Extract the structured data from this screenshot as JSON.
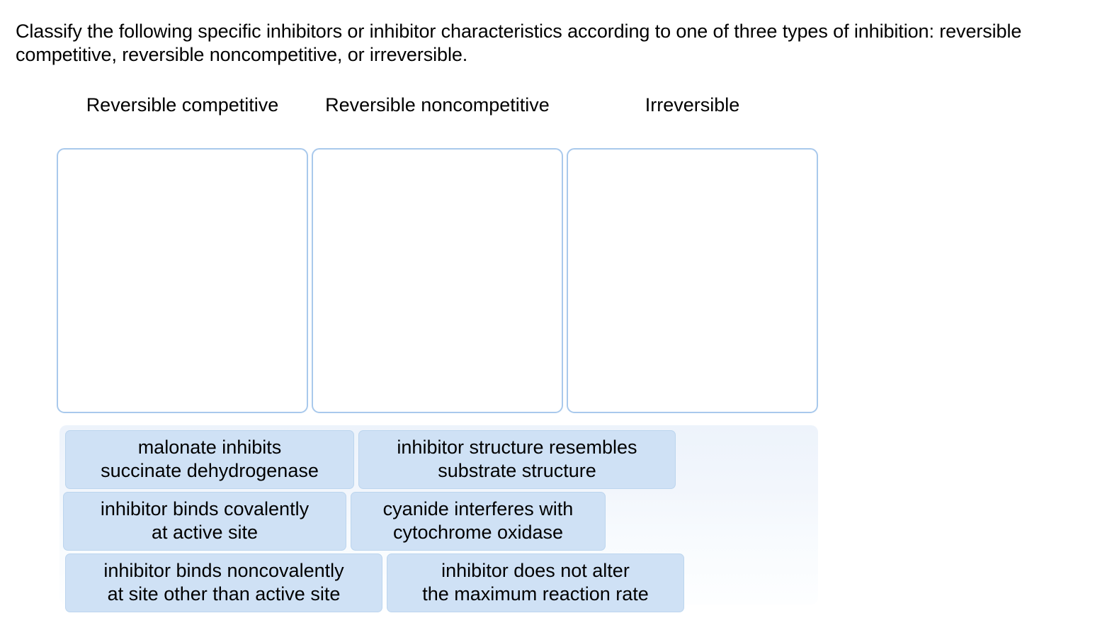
{
  "prompt": "Classify the following specific inhibitors or inhibitor characteristics according to one of three types of inhibition: reversible competitive, reversible noncompetitive, or irreversible.",
  "colors": {
    "tile_fill": "#cfe1f5",
    "tile_border": "#bcd5ee",
    "dropzone_border": "#a9c9ec",
    "tray_top": "#edf3fb",
    "tray_bottom": "#fdfeff",
    "page_background": "#ffffff",
    "text": "#000000"
  },
  "categories": [
    {
      "label": "Reversible competitive",
      "dropzone_name": "dropzone-reversible-competitive",
      "items": []
    },
    {
      "label": "Reversible noncompetitive",
      "dropzone_name": "dropzone-reversible-noncompetitive",
      "items": []
    },
    {
      "label": "Irreversible",
      "dropzone_name": "dropzone-irreversible",
      "items": []
    }
  ],
  "tray": {
    "rows": [
      {
        "tiles": [
          {
            "name": "tile-malonate-inhibits-succinate-dehydrogenase",
            "text": "malonate inhibits\nsuccinate dehydrogenase"
          },
          {
            "name": "tile-inhibitor-structure-resembles-substrate-structure",
            "text": "inhibitor structure resembles\nsubstrate structure"
          }
        ]
      },
      {
        "tiles": [
          {
            "name": "tile-inhibitor-binds-covalently-at-active-site",
            "text": "inhibitor binds covalently\nat active site"
          },
          {
            "name": "tile-cyanide-interferes-with-cytochrome-oxidase",
            "text": "cyanide interferes with\ncytochrome oxidase"
          }
        ]
      },
      {
        "tiles": [
          {
            "name": "tile-inhibitor-binds-noncovalently-at-site-other-than-active-site",
            "text": "inhibitor binds noncovalently\nat site other than active site"
          },
          {
            "name": "tile-inhibitor-does-not-alter-the-maximum-reaction-rate",
            "text": "inhibitor does not alter\nthe maximum reaction rate"
          }
        ]
      }
    ]
  }
}
